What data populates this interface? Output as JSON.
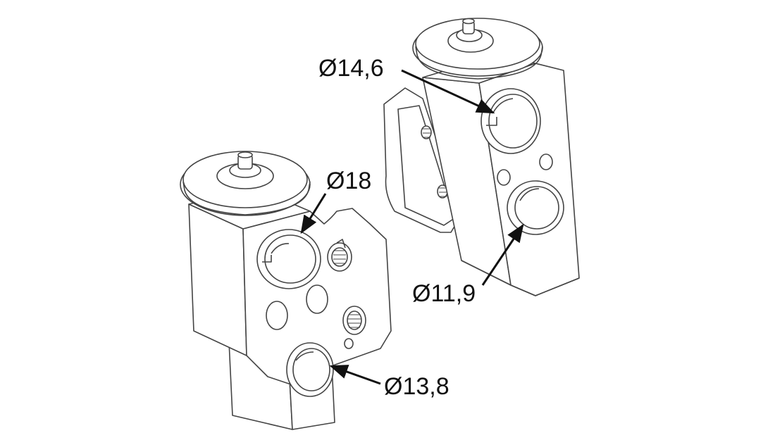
{
  "figure": {
    "background": "#ffffff",
    "line_color": "#444444",
    "dimension_color": "#111111"
  },
  "dimensions": {
    "d18": "Ø18",
    "d13_8": "Ø13,8",
    "d14_6": "Ø14,6",
    "d11_9": "Ø11,9"
  }
}
